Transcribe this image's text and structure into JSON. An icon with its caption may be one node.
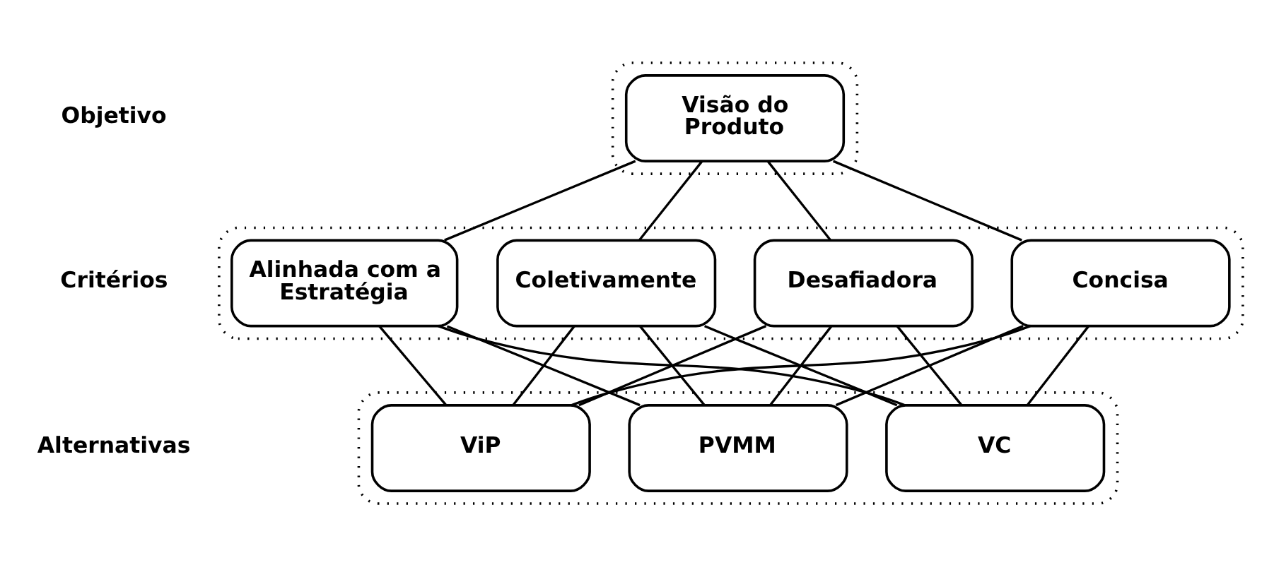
{
  "diagram": {
    "nodes": [
      {
        "text": [],
        "shape": "box"
      },
      {
        "text": [
          "Visão do Produto"
        ],
        "in": 0
      },
      {
        "text": [],
        "shape": "box"
      },
      {
        "text": [
          "Concisa"
        ],
        "in": 2
      },
      {
        "text": [
          "Desafiadora"
        ],
        "in": 2
      },
      {
        "text": [
          "Coletivamente"
        ],
        "in": 2
      },
      {
        "text": [
          "Alinhada com a Estratégia"
        ],
        "in": 2
      },
      {
        "text": [],
        "shape": "box"
      },
      {
        "text": [
          "PVMM"
        ],
        "in": 7
      },
      {
        "text": [
          "ViP"
        ],
        "in": 7
      },
      {
        "text": [
          "VC"
        ],
        "in": 7
      }
    ],
    "edges": [
      {
        "from": 1,
        "to": 3,
        "arrow": "none"
      },
      {
        "from": 1,
        "to": 4,
        "arrow": "none"
      },
      {
        "from": 1,
        "to": 5,
        "arrow": "none"
      },
      {
        "from": 1,
        "to": 6,
        "arrow": "none"
      },
      {
        "from": 3,
        "to": 8,
        "arrow": "none"
      },
      {
        "from": 3,
        "to": 9,
        "arrow": "none"
      },
      {
        "from": 3,
        "to": 10,
        "arrow": "none"
      },
      {
        "from": 4,
        "to": 8,
        "arrow": "none"
      },
      {
        "from": 4,
        "to": 9,
        "arrow": "none"
      },
      {
        "from": 4,
        "to": 10,
        "arrow": "none"
      },
      {
        "from": 5,
        "to": 8,
        "arrow": "none"
      },
      {
        "from": 5,
        "to": 9,
        "arrow": "none"
      },
      {
        "from": 5,
        "to": 10,
        "arrow": "none"
      },
      {
        "from": 6,
        "to": 8,
        "arrow": "none"
      },
      {
        "from": 6,
        "to": 9,
        "arrow": "none"
      },
      {
        "from": 6,
        "to": 10,
        "arrow": "none"
      }
    ],
    "labels": [
      "Objetivo",
      "Critérios",
      "Alternativas"
    ]
  }
}
